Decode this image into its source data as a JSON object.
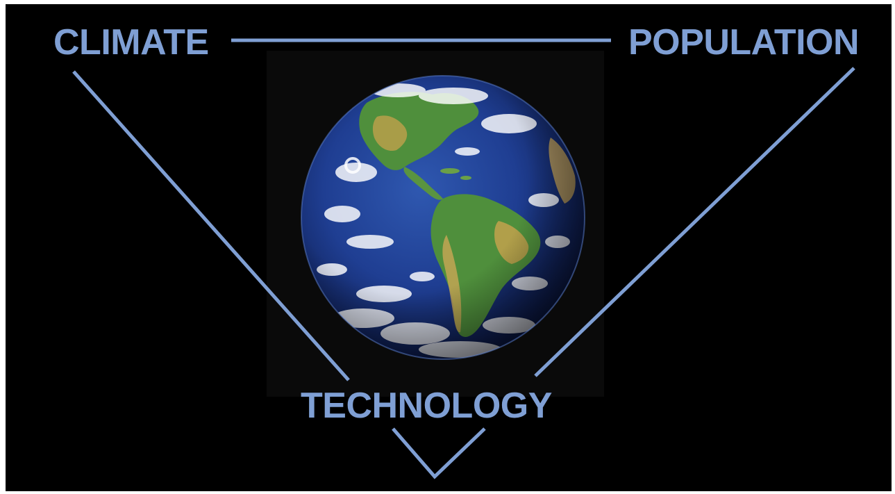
{
  "labels": {
    "top_left": "CLIMATE",
    "top_right": "POPULATION",
    "bottom": "TECHNOLOGY"
  },
  "image": {
    "subject": "earth-globe-americas"
  },
  "colors": {
    "accent": "#7f9fd4",
    "background": "#000000",
    "ocean": "#1e3c8c",
    "land": "#4f8f3c"
  }
}
